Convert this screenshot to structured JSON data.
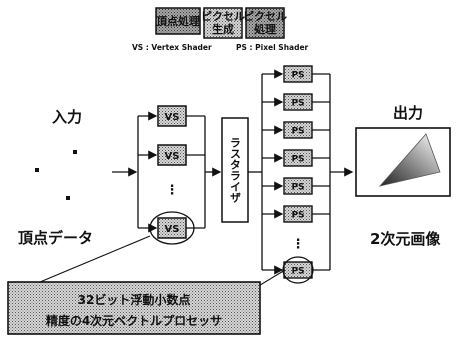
{
  "legend": {
    "boxes": [
      "頂点処理",
      "ピクセル生成",
      "ピクセル処理"
    ],
    "vs_note": "VS : Vertex Shader",
    "ps_note": "PS : Pixel Shader"
  },
  "labels": {
    "input": "入力",
    "vertex_data": "頂点データ",
    "output": "出力",
    "output_2d": "2次元画像",
    "rasterizer": "ラスタライザ"
  },
  "units": {
    "vs": "VS",
    "ps": "PS",
    "ellipsis": "⋮"
  },
  "caption": {
    "line1": "32ビット浮動小数点",
    "line2": "精度の4次元ベクトルプロセッサ"
  },
  "colors": {
    "fill_gray": "#bdbdbd",
    "line": "#111111"
  }
}
